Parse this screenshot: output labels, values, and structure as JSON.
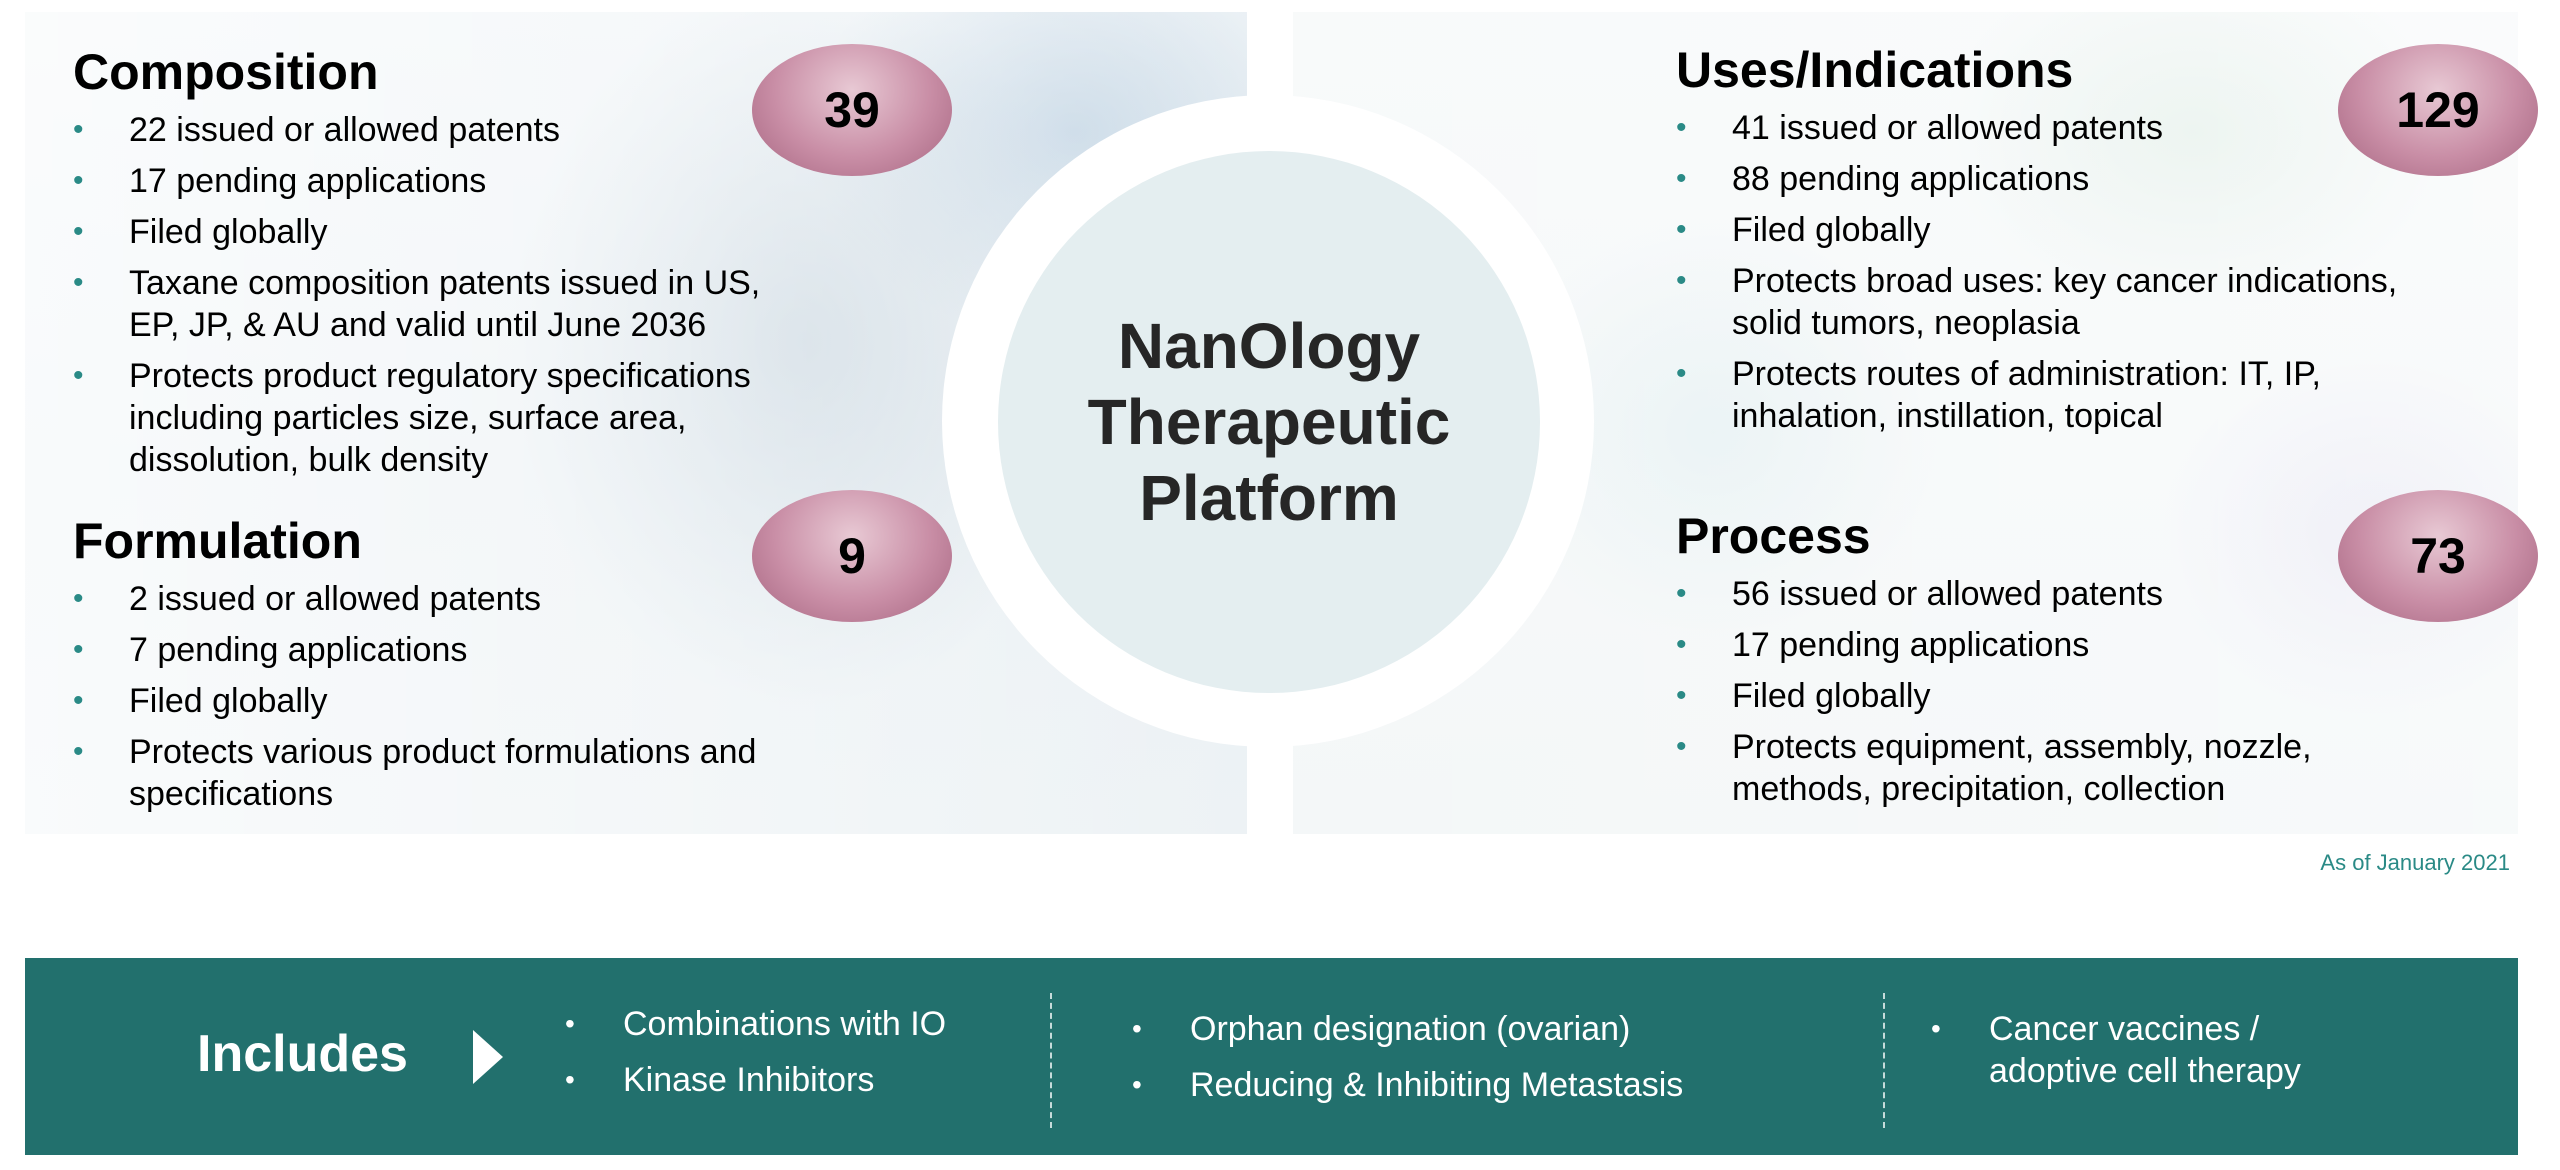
{
  "center": {
    "title_line1": "NanOlogy",
    "title_line2": "Therapeutic",
    "title_line3": "Platform"
  },
  "composition": {
    "title": "Composition",
    "count": "39",
    "items": [
      "22 issued or allowed patents",
      "17 pending applications",
      "Filed globally",
      "Taxane composition patents issued in US, EP, JP, & AU and valid until June 2036",
      "Protects product regulatory specifications including particles size, surface area, dissolution, bulk density"
    ]
  },
  "formulation": {
    "title": "Formulation",
    "count": "9",
    "items": [
      "2 issued or allowed patents",
      "7 pending applications",
      "Filed globally",
      "Protects various product formulations and specifications"
    ]
  },
  "uses": {
    "title": "Uses/Indications",
    "count": "129",
    "items": [
      "41 issued or allowed patents",
      "88 pending applications",
      "Filed globally",
      "Protects broad uses: key cancer indications, solid tumors, neoplasia",
      "Protects routes of administration: IT, IP, inhalation, instillation, topical"
    ]
  },
  "process": {
    "title": "Process",
    "count": "73",
    "items": [
      "56 issued or allowed patents",
      "17 pending applications",
      "Filed globally",
      "Protects equipment, assembly, nozzle, methods, precipitation, collection"
    ]
  },
  "as_of": "As of January 2021",
  "includes": {
    "label": "Includes",
    "col1": [
      "Combinations with IO",
      "Kinase Inhibitors"
    ],
    "col2": [
      "Orphan designation (ovarian)",
      "Reducing & Inhibiting Metastasis"
    ],
    "col3": [
      "Cancer vaccines / adoptive cell therapy"
    ]
  },
  "bullet_char": "•",
  "colors": {
    "accent_teal": "#22706d",
    "bullet_teal": "#2a8a86",
    "badge_mauve": "#c98ea6"
  }
}
